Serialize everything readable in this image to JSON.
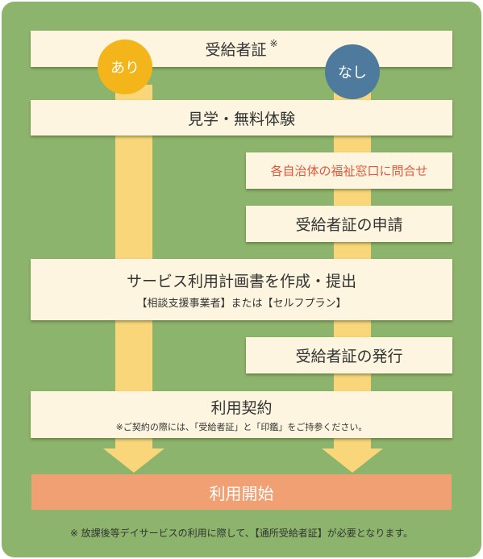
{
  "badges": {
    "yes": "あり",
    "no": "なし"
  },
  "boxes": {
    "certificate": {
      "label": "受給者証",
      "mark": "※"
    },
    "tour": "見学・無料体験",
    "inquiry": "各自治体の福祉窓口に問合せ",
    "apply": "受給者証の申請",
    "plan": {
      "label": "サービス利用計画書を作成・提出",
      "sub": "【相談支援事業者】または【セルフプラン】"
    },
    "issue": "受給者証の発行",
    "contract": {
      "label": "利用契約",
      "sub": "※ご契約の際には、「受給者証」と「印鑑」をご持参ください。"
    },
    "start": "利用開始"
  },
  "footnote": "※ 放課後等デイサービスの利用に際して、【通所受給者証】が必要となります。",
  "colors": {
    "background": "#8db46c",
    "lane": "#f9d67a",
    "box": "#fdf5df",
    "badge_yes": "#f3b51a",
    "badge_no": "#4e7a9e",
    "start_box": "#f1a074",
    "accent_text": "#e2573c"
  }
}
